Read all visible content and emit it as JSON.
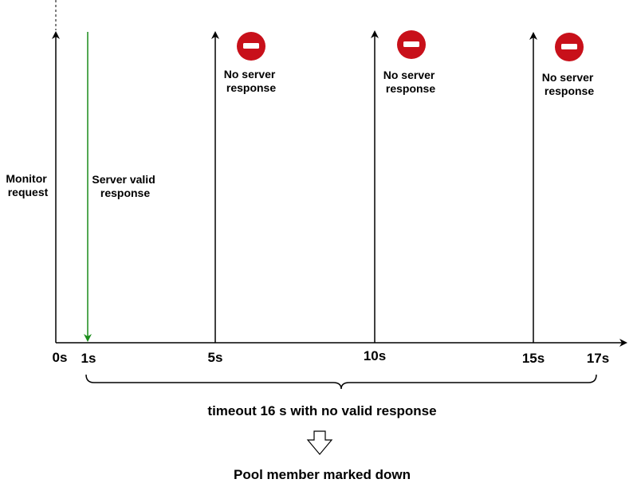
{
  "labels": {
    "monitor_request": [
      "Monitor",
      "request"
    ],
    "server_valid_response": [
      "Server valid",
      "response"
    ],
    "no_server_response": [
      "No server",
      "response"
    ]
  },
  "ticks": [
    "0s",
    "1s",
    "5s",
    "10s",
    "15s",
    "17s"
  ],
  "timeout_text": "timeout 16 s with no valid response",
  "result_text": "Pool member marked down",
  "colors": {
    "line": "#000000",
    "valid_response": "#1a8c1a",
    "stop_sign": "#c8101a",
    "stop_bar": "#ffffff"
  },
  "icons": [
    "no-entry-icon",
    "down-arrow-icon"
  ]
}
